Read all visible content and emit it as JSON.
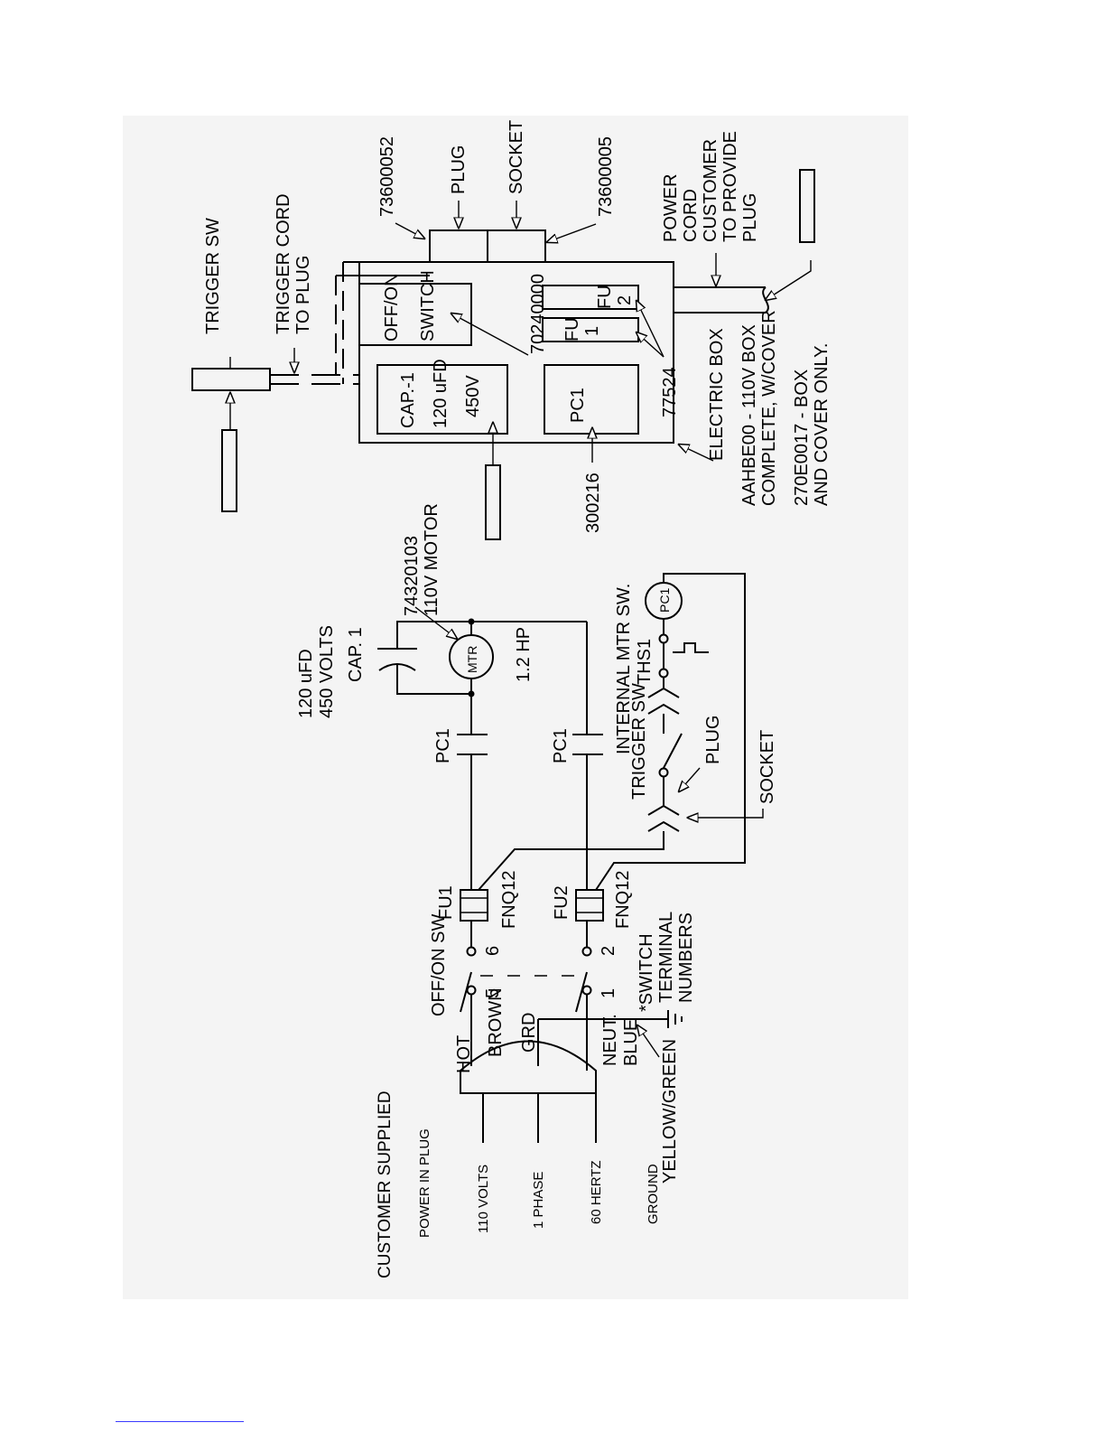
{
  "labels": {
    "trigger_sw": "TRIGGER SW",
    "trigger_cord_1": "TRIGGER CORD",
    "trigger_cord_2": "TO PLUG",
    "part_73600052": "73600052",
    "plug": "PLUG",
    "socket": "SOCKET",
    "part_73600005": "73600005",
    "power_cord_1": "POWER",
    "power_cord_2": "CORD",
    "power_cord_3": "CUSTOMER",
    "power_cord_4": "TO PROVIDE",
    "power_cord_5": "PLUG",
    "offon_switch_1": "OFF/ON",
    "offon_switch_2": "SWITCH",
    "part_70240000": "70240000",
    "fu1": "FU",
    "fu1_num": "1",
    "fu2": "FU",
    "fu2_num": "2",
    "cap_box_1": "CAP.-1",
    "cap_box_2": "120 uFD",
    "cap_box_3": "450V",
    "pc1_box": "PC1",
    "part_77524": "77524",
    "part_300216": "300216",
    "electric_box": "ELECTRIC BOX",
    "aahbe00_1": "AAHBE00 - 110V BOX",
    "aahbe00_2": "COMPLETE, W/COVER",
    "e0017_1": "270E0017 - BOX",
    "e0017_2": "AND COVER ONLY.",
    "cap_val_1": "120 uFD",
    "cap_val_2": "450 VOLTS",
    "cap_val_3": "CAP. 1",
    "motor_part_1": "74320103",
    "motor_part_2": "110V MOTOR",
    "motor": "MTR",
    "hp": "1.2 HP",
    "pc1_top": "PC1",
    "pc1_bottom": "PC1",
    "internal_sw_1": "INTERNAL MTR SW.",
    "internal_sw_2": "THS1",
    "pc1_circle": "PC1",
    "trigger_sw_schem": "TRIGGER SW",
    "plug_schem": "PLUG",
    "socket_schem": "SOCKET",
    "offon_sw_schem": "OFF/ON SW",
    "fu1_schem": "FU1",
    "fu1_type": "FNQ12",
    "fu2_schem": "FU2",
    "fu2_type": "FNQ12",
    "term_5": "5",
    "term_6": "6",
    "term_1": "1",
    "term_2": "2",
    "switch_terminal_1": "*SWITCH",
    "switch_terminal_2": "TERMINAL",
    "switch_terminal_3": "NUMBERS",
    "hot": "HOT",
    "brown": "BROWN",
    "grd": "GRD",
    "neut": "NEUT.",
    "blue": "BLUE",
    "yellow_green": "YELLOW/GREEN",
    "customer_supplied": "CUSTOMER SUPPLIED",
    "power_in_plug": "POWER IN PLUG",
    "volts": "110 VOLTS",
    "phase": "1 PHASE",
    "hertz": "60 HERTZ",
    "ground": "GROUND"
  }
}
